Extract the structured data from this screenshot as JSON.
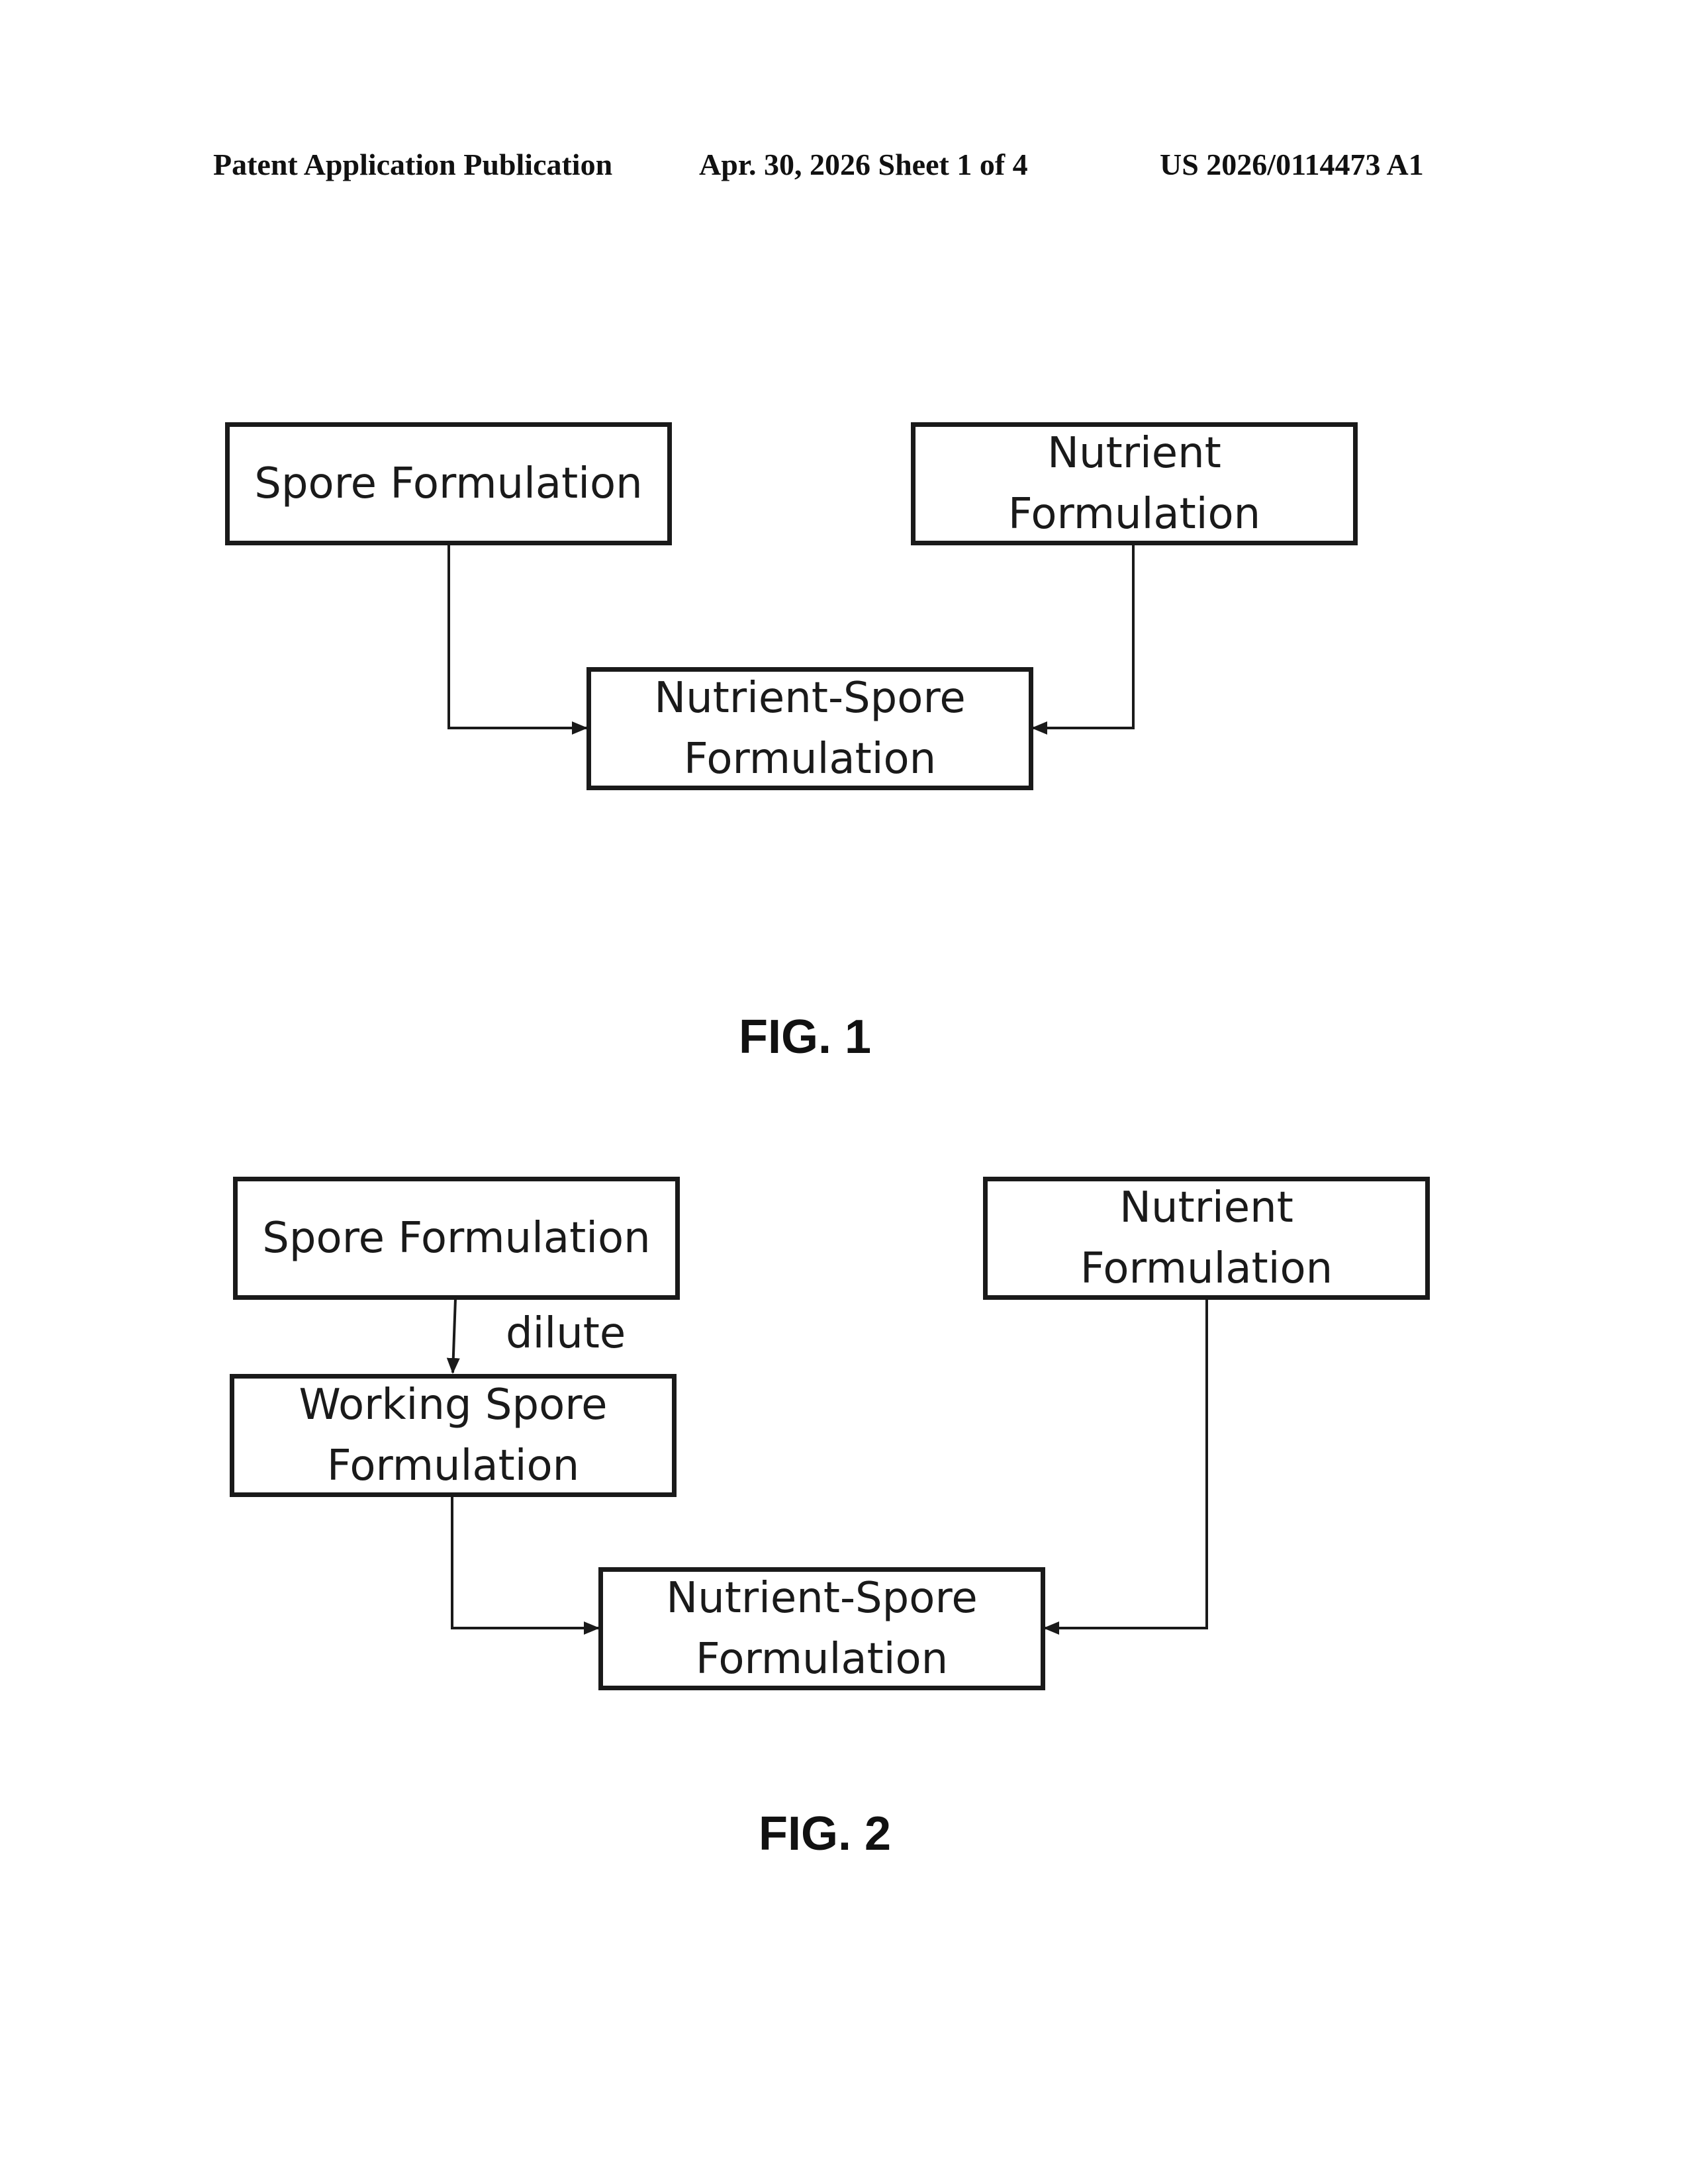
{
  "header": {
    "publication": "Patent Application Publication",
    "date_sheet": "Apr. 30, 2026  Sheet 1 of 4",
    "number": "US 2026/0114473 A1"
  },
  "fig1": {
    "spore": "Spore Formulation",
    "nutrient": "Nutrient\nFormulation",
    "nutrient_spore": "Nutrient-Spore\nFormulation",
    "caption": "FIG. 1"
  },
  "fig2": {
    "spore": "Spore Formulation",
    "dilute": "dilute",
    "working_spore": "Working Spore\nFormulation",
    "nutrient": "Nutrient\nFormulation",
    "nutrient_spore": "Nutrient-Spore\nFormulation",
    "caption": "FIG. 2"
  }
}
